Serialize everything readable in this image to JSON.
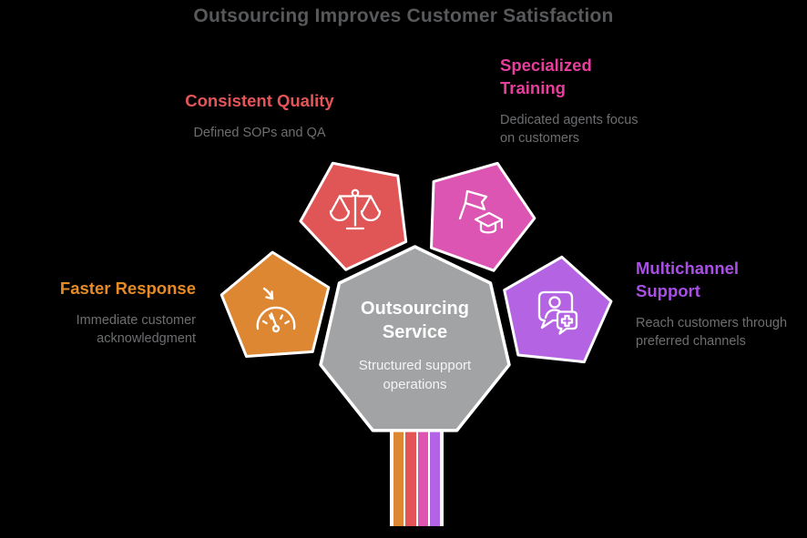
{
  "title": "Outsourcing Improves Customer Satisfaction",
  "center": {
    "title": "Outsourcing Service",
    "subtitle": "Structured support operations"
  },
  "nodes": {
    "faster_response": {
      "label": "Faster Response",
      "description": "Immediate customer acknowledgment",
      "icon": "speedometer-icon"
    },
    "consistent_quality": {
      "label": "Consistent Quality",
      "description": "Defined SOPs and QA",
      "icon": "scales-icon"
    },
    "specialized_training": {
      "label": "Specialized Training",
      "description": "Dedicated agents focus on customers",
      "icon": "flag-graduation-cap-icon"
    },
    "multichannel_support": {
      "label": "Multichannel Support",
      "description": "Reach customers through preferred channels",
      "icon": "customer-chat-plus-icon"
    }
  },
  "colors": {
    "background": "#000000",
    "title_gray": "#58595b",
    "desc_gray": "#6d6e70",
    "center_gray": "#a2a3a5",
    "orange": "#dd8733",
    "red": "#e05657",
    "pink": "#dc55b2",
    "purple": "#b464e2",
    "label_orange": "#e68a26",
    "label_red": "#e4555a",
    "label_pink": "#e83d9c",
    "label_purple": "#aa4fe6",
    "shape_outline": "#ffffff"
  },
  "stripes": [
    "#dd8733",
    "#e45456",
    "#dd55b0",
    "#b364e6"
  ]
}
